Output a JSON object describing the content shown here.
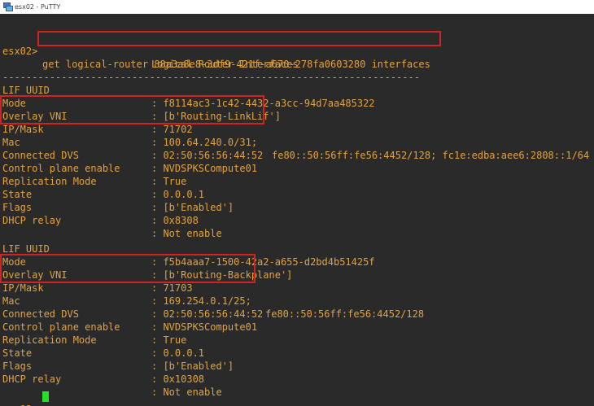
{
  "window": {
    "title": "esx02 - PuTTY",
    "icon": "putty-icon"
  },
  "terminal": {
    "prompt": "esx02>",
    "command": "get logical-router 88a3a8e8-3df9-421f-a670-278fa0603280 interfaces",
    "header": "Logical Router Interfaces",
    "separator": "-----------------------------------------------------------------------",
    "interfaces": [
      {
        "lif_uuid": {
          "key": "LIF UUID",
          "value": ": f8114ac3-1c42-4432-a3cc-94d7aa485322"
        },
        "mode": {
          "key": "Mode",
          "value": ": [b'Routing-LinkLif']"
        },
        "overlay_vni": {
          "key": "Overlay VNI",
          "value": ": 71702"
        },
        "ip_mask": {
          "key": "IP/Mask",
          "value": ": 100.64.240.0/31;",
          "extra": "fe80::50:56ff:fe56:4452/128; fc1e:edba:aee6:2808::1/64"
        },
        "mac": {
          "key": "Mac",
          "value": ": 02:50:56:56:44:52"
        },
        "connected_dvs": {
          "key": "Connected DVS",
          "value": ": NVDSPKSCompute01"
        },
        "control_plane": {
          "key": "Control plane enable",
          "value": ": True"
        },
        "replication": {
          "key": "Replication Mode",
          "value": ": 0.0.0.1"
        },
        "state": {
          "key": "State",
          "value": ": [b'Enabled']"
        },
        "flags": {
          "key": "Flags",
          "value": ": 0x8308"
        },
        "dhcp": {
          "key": "DHCP relay",
          "value": ": Not enable"
        }
      },
      {
        "lif_uuid": {
          "key": "LIF UUID",
          "value": ": f5b4aaa7-1500-42a2-a655-d2bd4b51425f"
        },
        "mode": {
          "key": "Mode",
          "value": ": [b'Routing-Backplane']"
        },
        "overlay_vni": {
          "key": "Overlay VNI",
          "value": ": 71703"
        },
        "ip_mask": {
          "key": "IP/Mask",
          "value": ": 169.254.0.1/25;",
          "extra": "fe80::50:56ff:fe56:4452/128"
        },
        "mac": {
          "key": "Mac",
          "value": ": 02:50:56:56:44:52"
        },
        "connected_dvs": {
          "key": "Connected DVS",
          "value": ": NVDSPKSCompute01"
        },
        "control_plane": {
          "key": "Control plane enable",
          "value": ": True"
        },
        "replication": {
          "key": "Replication Mode",
          "value": ": 0.0.0.1"
        },
        "state": {
          "key": "State",
          "value": ": [b'Enabled']"
        },
        "flags": {
          "key": "Flags",
          "value": ": 0x10308"
        },
        "dhcp": {
          "key": "DHCP relay",
          "value": ": Not enable"
        }
      }
    ]
  },
  "colors": {
    "background": "#2a2a2a",
    "text": "#e2a33f",
    "highlight": "#d32222",
    "cursor": "#22e02a"
  }
}
